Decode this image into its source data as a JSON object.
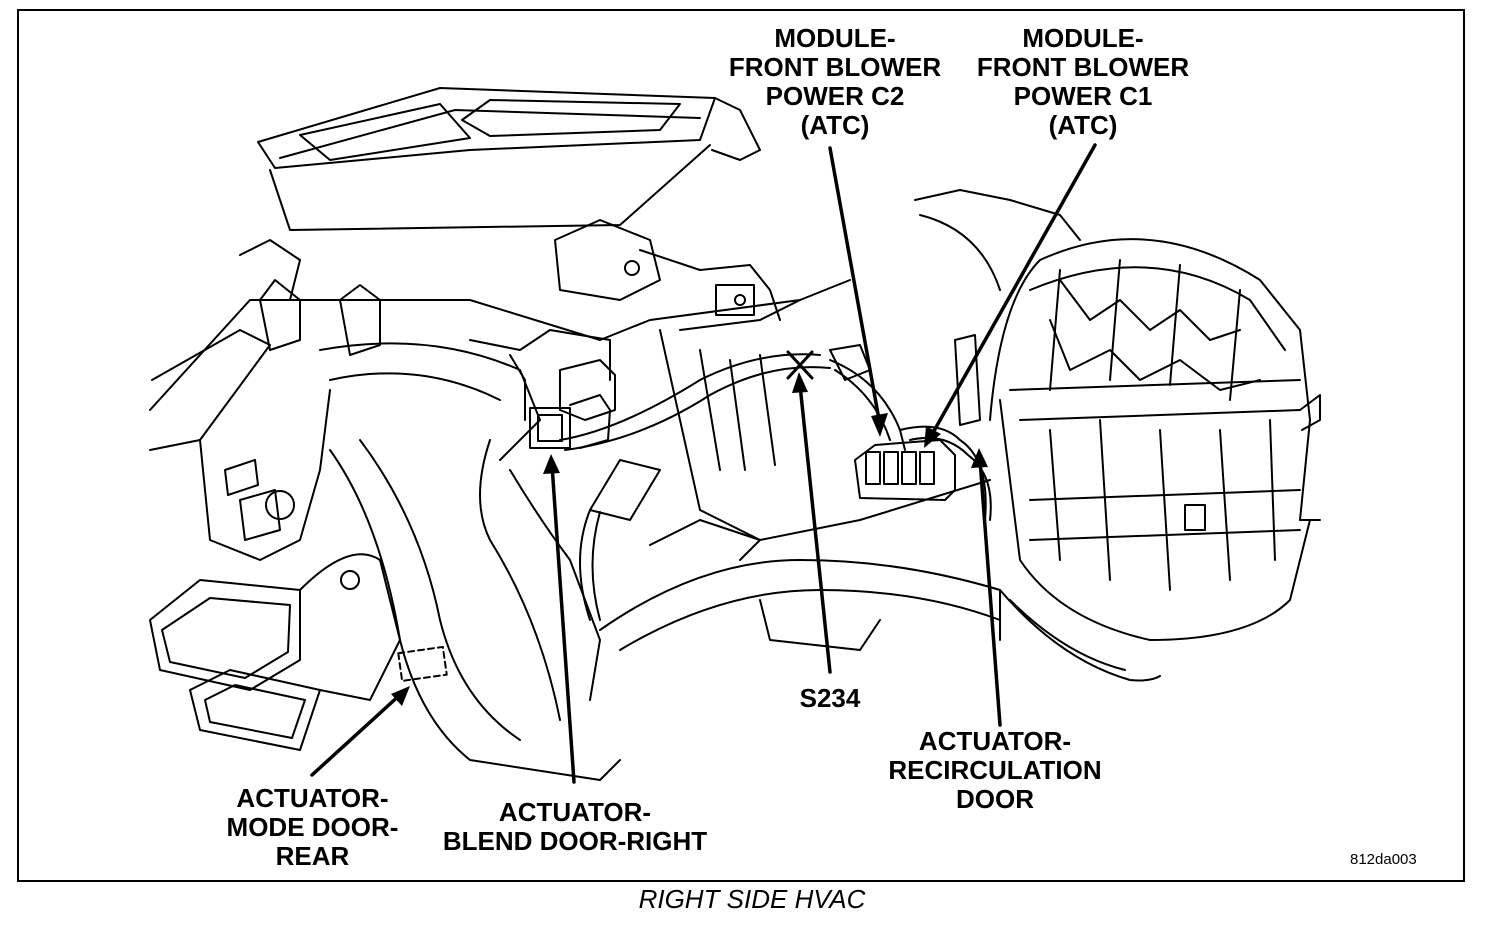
{
  "labels": {
    "module_c2": [
      "MODULE-",
      "FRONT BLOWER",
      "POWER C2",
      "(ATC)"
    ],
    "module_c1": [
      "MODULE-",
      "FRONT BLOWER",
      "POWER C1",
      "(ATC)"
    ],
    "s234": [
      "S234"
    ],
    "recirc": [
      "ACTUATOR-",
      "RECIRCULATION",
      "DOOR"
    ],
    "mode_door": [
      "ACTUATOR-",
      "MODE DOOR-",
      "REAR"
    ],
    "blend_door": [
      "ACTUATOR-",
      "BLEND DOOR-RIGHT"
    ]
  },
  "figure_id": "812da003",
  "caption": "RIGHT SIDE HVAC",
  "colors": {
    "ink": "#000000",
    "paper": "#ffffff"
  }
}
